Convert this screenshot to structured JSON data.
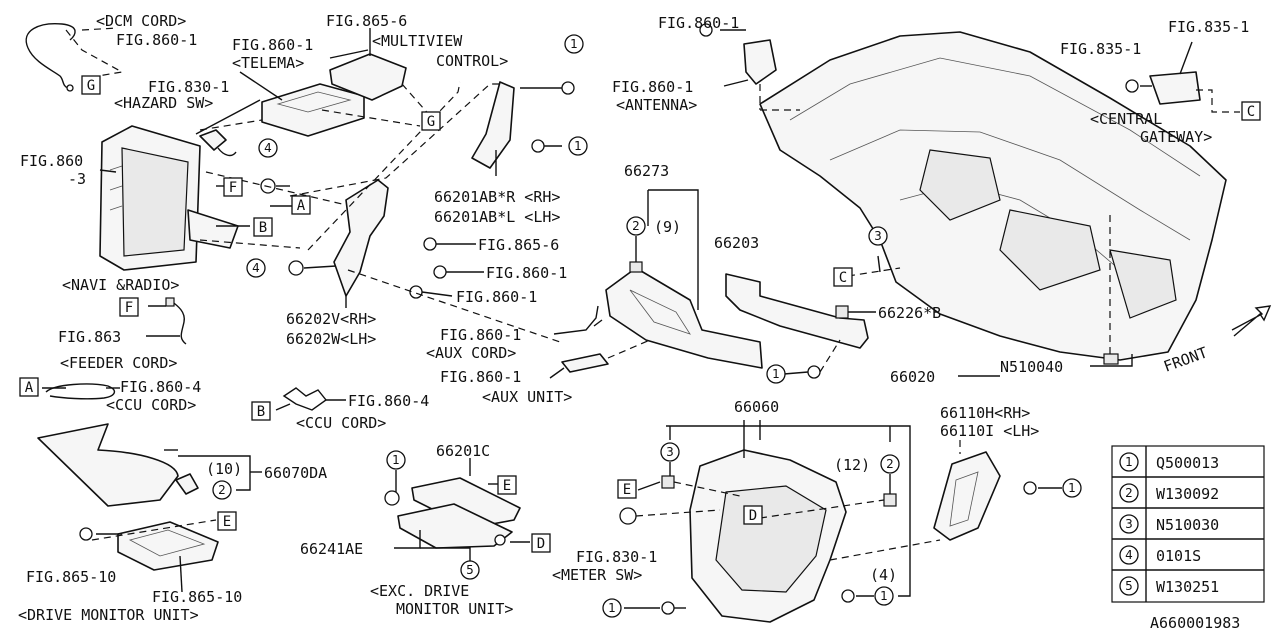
{
  "labels": {
    "dcm_cord": "<DCM CORD>",
    "fig860_1_a": "FIG.860-1",
    "fig865_6_a": "FIG.865-6",
    "multiview_1": "<MULTIVIEW",
    "multiview_2": "CONTROL>",
    "fig860_1_b": "FIG.860-1",
    "telema": "<TELEMA>",
    "fig830_1_a": "FIG.830-1",
    "hazard_sw": "<HAZARD SW>",
    "fig860_3_1": "FIG.860",
    "fig860_3_2": "-3",
    "navi_radio": "<NAVI &RADIO>",
    "fig863": "FIG.863",
    "feeder_cord": "<FEEDER CORD>",
    "fig860_4_a": "FIG.860-4",
    "ccu_cord_a": "<CCU CORD>",
    "fig860_4_b": "FIG.860-4",
    "ccu_cord_b": "<CCU CORD>",
    "part_66070da": "66070DA",
    "qty_10": "(10)",
    "fig865_10_a": "FIG.865-10",
    "fig865_10_b": "FIG.865-10",
    "drive_monitor_unit": "<DRIVE MONITOR UNIT>",
    "part_66201c": "66201C",
    "part_66241ae": "66241AE",
    "exc_drive_1": "<EXC. DRIVE",
    "exc_drive_2": "MONITOR UNIT>",
    "part_66202v": "66202V<RH>",
    "part_66202w": "66202W<LH>",
    "fig865_6_b": "FIG.865-6",
    "fig860_1_c": "FIG.860-1",
    "fig860_1_d": "FIG.860-1",
    "part_66201abr": "66201AB*R <RH>",
    "part_66201abl": "66201AB*L <LH>",
    "part_66273": "66273",
    "qty_9": "(9)",
    "fig860_1_aux": "FIG.860-1",
    "aux_cord": "<AUX CORD>",
    "fig860_1_auxu": "FIG.860-1",
    "aux_unit": "<AUX UNIT>",
    "part_66203": "66203",
    "part_66226b": "66226*B",
    "part_66020": "66020",
    "part_n510040": "N510040",
    "front": "FRONT",
    "fig860_1_ant_top": "FIG.860-1",
    "fig860_1_ant": "FIG.860-1",
    "antenna": "<ANTENNA>",
    "fig835_1_a": "FIG.835-1",
    "fig835_1_b": "FIG.835-1",
    "central_1": "<CENTRAL",
    "central_2": "GATEWAY>",
    "part_66060": "66060",
    "qty_12": "(12)",
    "qty_4": "(4)",
    "fig830_1_b": "FIG.830-1",
    "meter_sw": "<METER SW>",
    "part_66110h": "66110H<RH>",
    "part_66110i": "66110I <LH>",
    "diagram_code": "A660001983"
  },
  "boxes": {
    "a": "A",
    "b": "B",
    "c": "C",
    "d": "D",
    "e": "E",
    "f": "F",
    "g": "G"
  },
  "circles": {
    "one": "1",
    "two": "2",
    "three": "3",
    "four": "4",
    "five": "5"
  },
  "legend": [
    {
      "key": "1",
      "code": "Q500013"
    },
    {
      "key": "2",
      "code": "W130092"
    },
    {
      "key": "3",
      "code": "N510030"
    },
    {
      "key": "4",
      "code": "0101S"
    },
    {
      "key": "5",
      "code": "W130251"
    }
  ]
}
